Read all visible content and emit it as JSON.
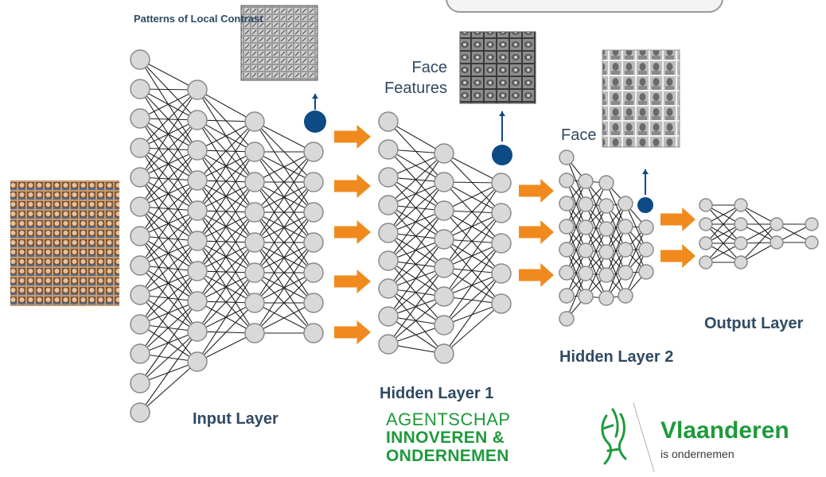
{
  "labels": {
    "patterns": "Patterns of Local Contrast",
    "face_features": "Face Features",
    "face": "Face",
    "input_layer": "Input Layer",
    "hidden_layer_1": "Hidden Layer 1",
    "hidden_layer_2": "Hidden Layer 2",
    "output_layer": "Output Layer"
  },
  "branding": {
    "agency_line1": "AGENTSCHAP",
    "agency_line2": "INNOVEREN &",
    "agency_line3": "ONDERNEMEN",
    "region_name": "Vlaanderen",
    "region_tagline": "is ondernemen"
  },
  "colors": {
    "node_fill": "#d9d9d9",
    "node_stroke": "#8a8a8a",
    "edge": "#222222",
    "highlight_node": "#0d4a86",
    "arrow": "#f08a1e",
    "label": "#2f4a63",
    "brand_green": "#1e9a3c"
  },
  "icons": [
    "lion-icon"
  ]
}
